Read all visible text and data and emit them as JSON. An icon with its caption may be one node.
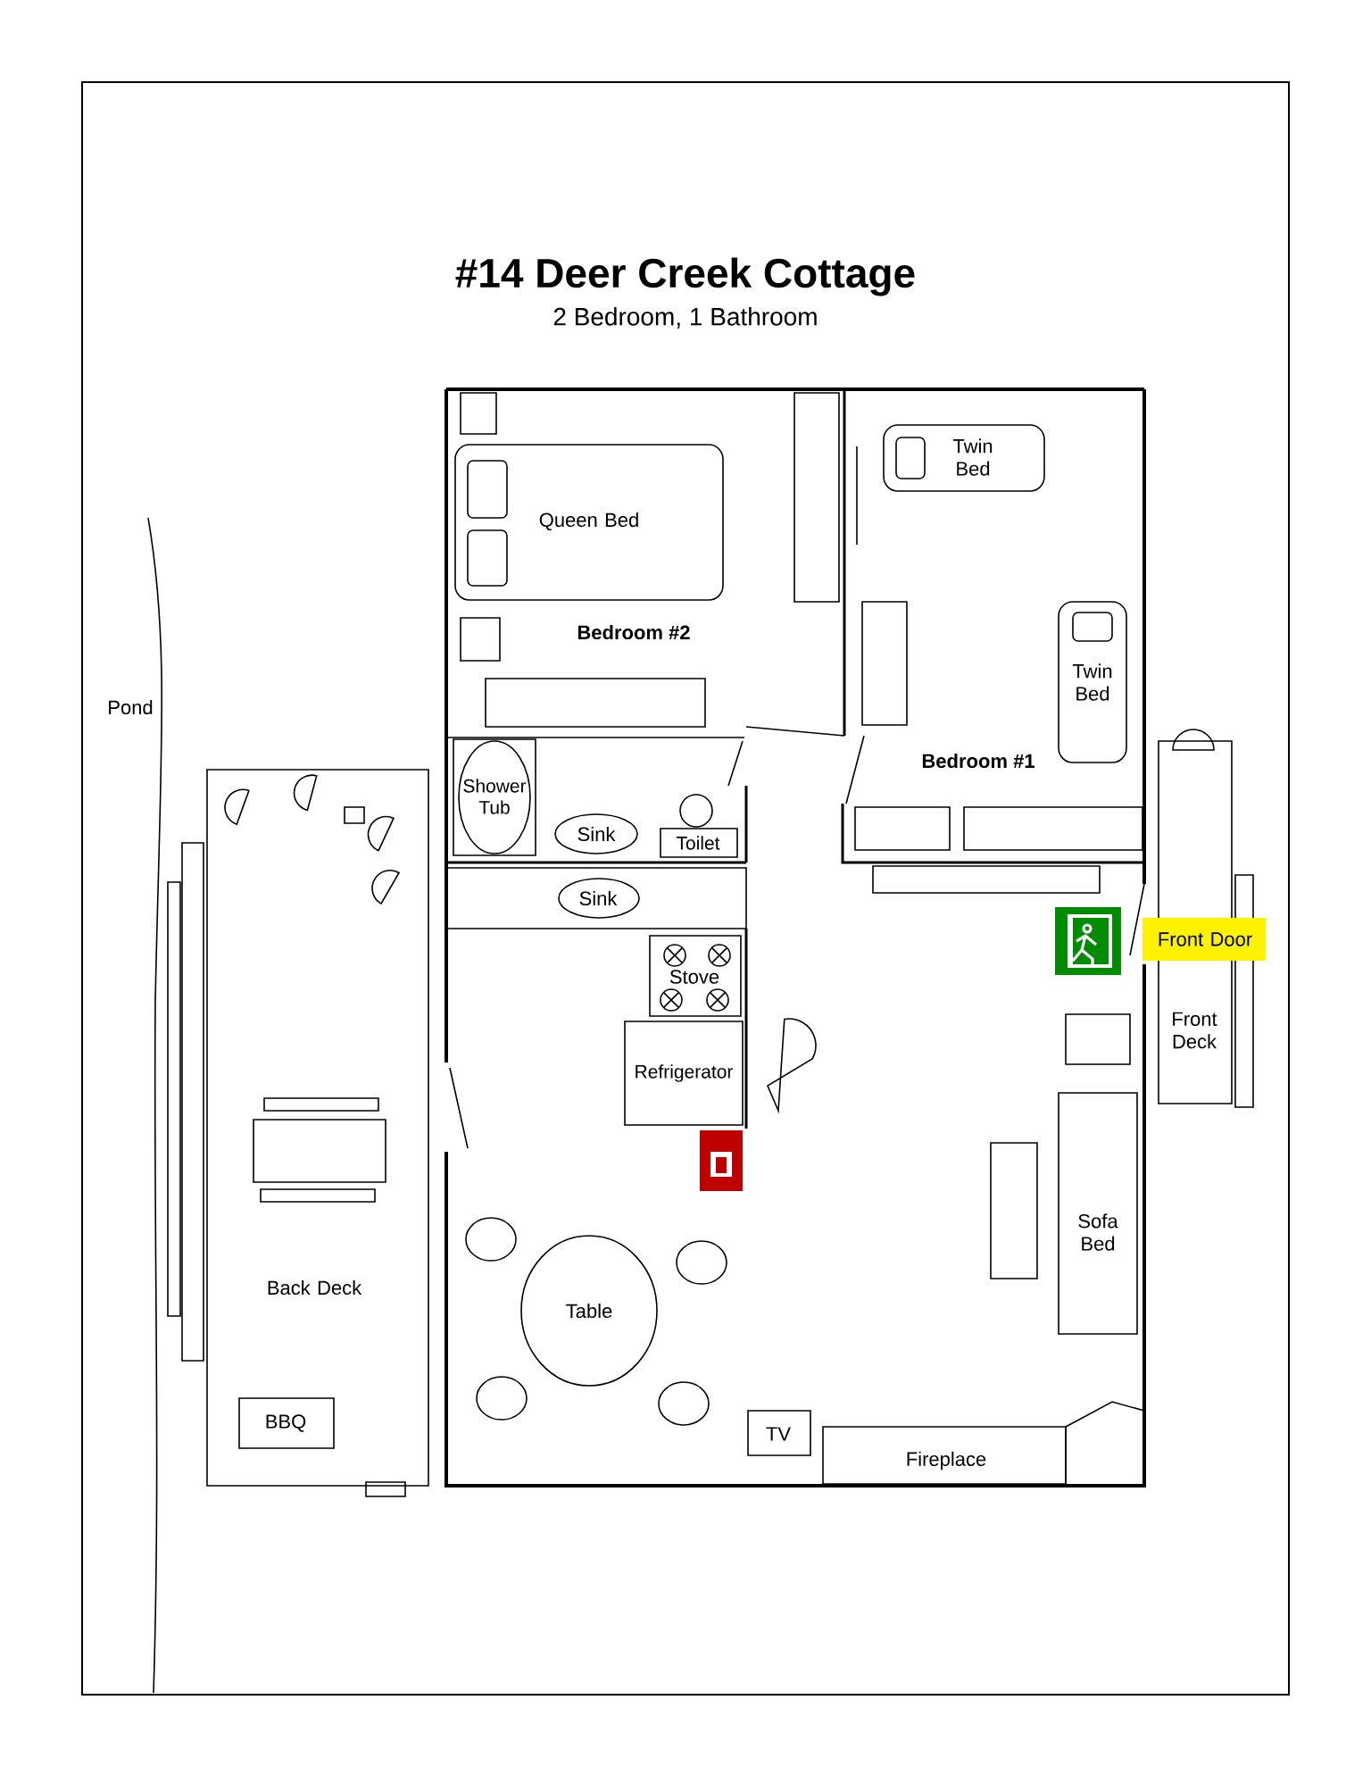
{
  "diagram": {
    "title": "#14 Deer Creek Cottage",
    "nodes": [
      {
        "text": [
          "Queen Bed"
        ]
      },
      {
        "text": [
          "Twin Bed"
        ]
      },
      {
        "text": [
          "Twin Bed"
        ]
      },
      {
        "text": [
          "Shower Tub"
        ]
      },
      {
        "text": [
          "Sink"
        ]
      },
      {
        "text": [
          "Toilet"
        ]
      },
      {
        "text": [
          "Sink"
        ]
      },
      {
        "text": [
          "Stove"
        ]
      },
      {
        "text": [
          "Refrigerator"
        ]
      },
      {
        "text": [
          "Front Door"
        ]
      },
      {
        "text": [
          "Front Deck"
        ]
      },
      {
        "text": [
          "Back Deck"
        ]
      },
      {
        "text": [
          "BBQ"
        ],
        "in": 11
      },
      {
        "text": [
          "Sofa Bed"
        ]
      },
      {
        "text": [
          "Table"
        ]
      },
      {
        "text": [
          "TV"
        ]
      },
      {
        "text": [
          "Fireplace"
        ]
      }
    ],
    "labels": [
      "2 Bedroom, 1 Bathroom",
      "Bedroom #2",
      "Bedroom #1",
      "Pond"
    ]
  }
}
